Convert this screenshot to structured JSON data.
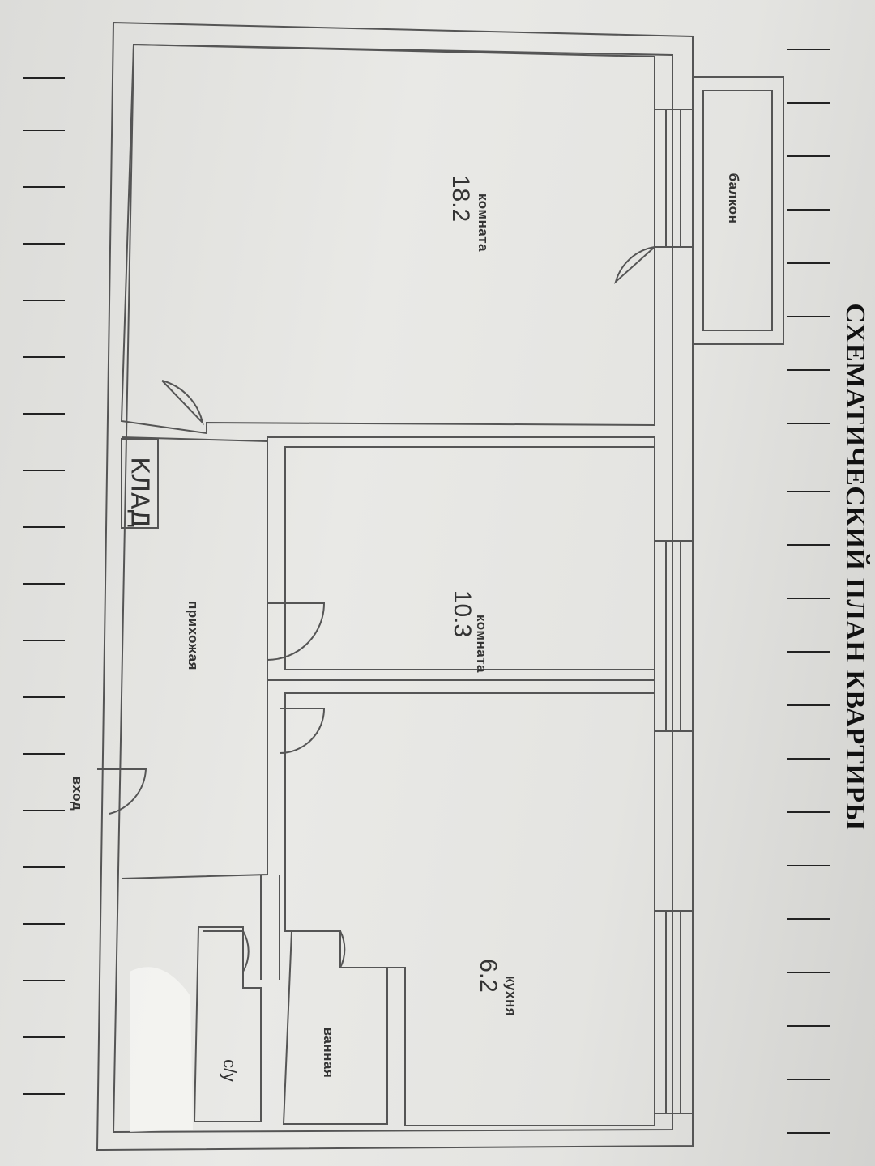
{
  "title": "СХЕМАТИЧЕСКИЙ ПЛАН КВАРТИРЫ",
  "rooms": [
    {
      "id": "room1",
      "name": "комната",
      "area": "18.2"
    },
    {
      "id": "room2",
      "name": "комната",
      "area": "10.3"
    },
    {
      "id": "kitchen",
      "name": "кухня",
      "area": "6.2"
    },
    {
      "id": "balcony",
      "name": "балкон"
    },
    {
      "id": "hall",
      "name": "прихожая"
    },
    {
      "id": "bath",
      "name": "ванная"
    },
    {
      "id": "wc",
      "name": "с/у"
    },
    {
      "id": "storage",
      "name": "КЛАД"
    }
  ],
  "entrance": "вход"
}
